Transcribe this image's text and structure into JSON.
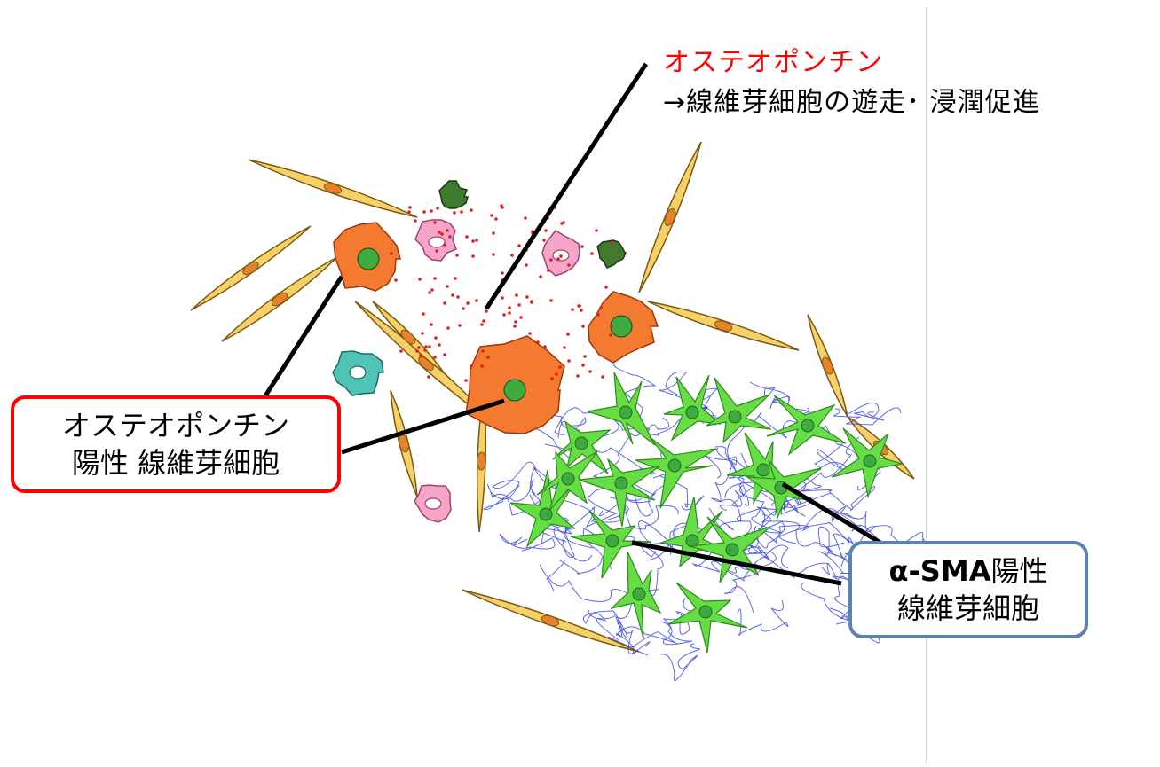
{
  "annotation_top": {
    "line1": "オステオポンチン",
    "line2": "→線維芽細胞の遊走･ 浸潤促進",
    "line1_color": "#ff0000"
  },
  "label_left": {
    "line1": "オステオポンチン",
    "line2": "陽性 線維芽細胞",
    "border_color": "#ff0000"
  },
  "label_right": {
    "line1_bold": "α-SMA",
    "line1_rest": "陽性",
    "line2": "線維芽細胞",
    "border_color": "#5b82b5"
  },
  "colors": {
    "osteopontin_cell": "#f47a32",
    "nucleus": "#3faa3f",
    "sma_cell": "#66dd44",
    "collagen_mesh": "#3344dd",
    "spindle_cell": "#f7d068",
    "spindle_outline": "#7a5a10",
    "pink_cell": "#f6a5c8",
    "teal_cell": "#4fc3b6",
    "dark_green_cell": "#3f7a2e",
    "osteopontin_dots": "#e02020"
  }
}
